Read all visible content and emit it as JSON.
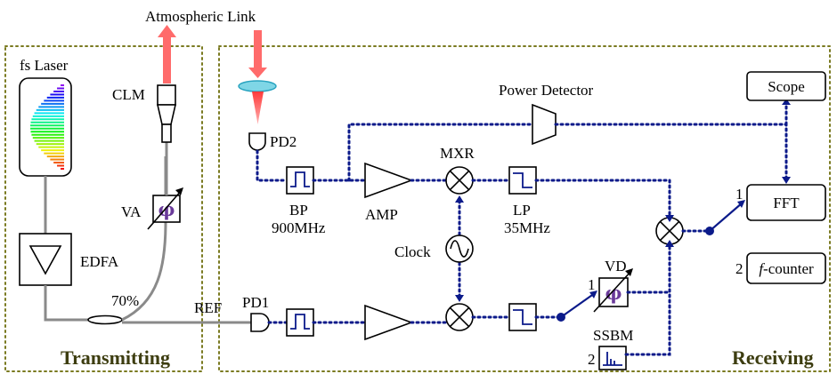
{
  "labels": {
    "atmospheric_link": "Atmospheric Link",
    "fs_laser": "fs Laser",
    "clm": "CLM",
    "va": "VA",
    "edfa": "EDFA",
    "split": "70%",
    "ref": "REF",
    "pd1": "PD1",
    "pd2": "PD2",
    "bp": "BP",
    "bp_freq": "900MHz",
    "amp": "AMP",
    "mxr": "MXR",
    "lp": "LP",
    "lp_freq": "35MHz",
    "clock": "Clock",
    "power_detector": "Power Detector",
    "scope": "Scope",
    "fft": "FFT",
    "f_counter_prefix": "f",
    "f_counter_suffix": "-counter",
    "vd": "VD",
    "ssbm": "SSBM",
    "sw1_top": "1",
    "sw2_top": "2",
    "vd_num": "1",
    "ssbm_num": "2"
  },
  "sections": {
    "transmitting": "Transmitting",
    "receiving": "Receiving"
  },
  "symbols": {
    "phi": "φ",
    "phi_va": "φ"
  },
  "colors": {
    "signal_line": "#0b1a8a",
    "fiber": "#8a8a8a",
    "beam": "#ff5a5a",
    "lens": "#7fd6e6",
    "section_border": "#7a7a20",
    "section_text": "#3d3d10",
    "phase_symbol": "#6a3a9a"
  }
}
